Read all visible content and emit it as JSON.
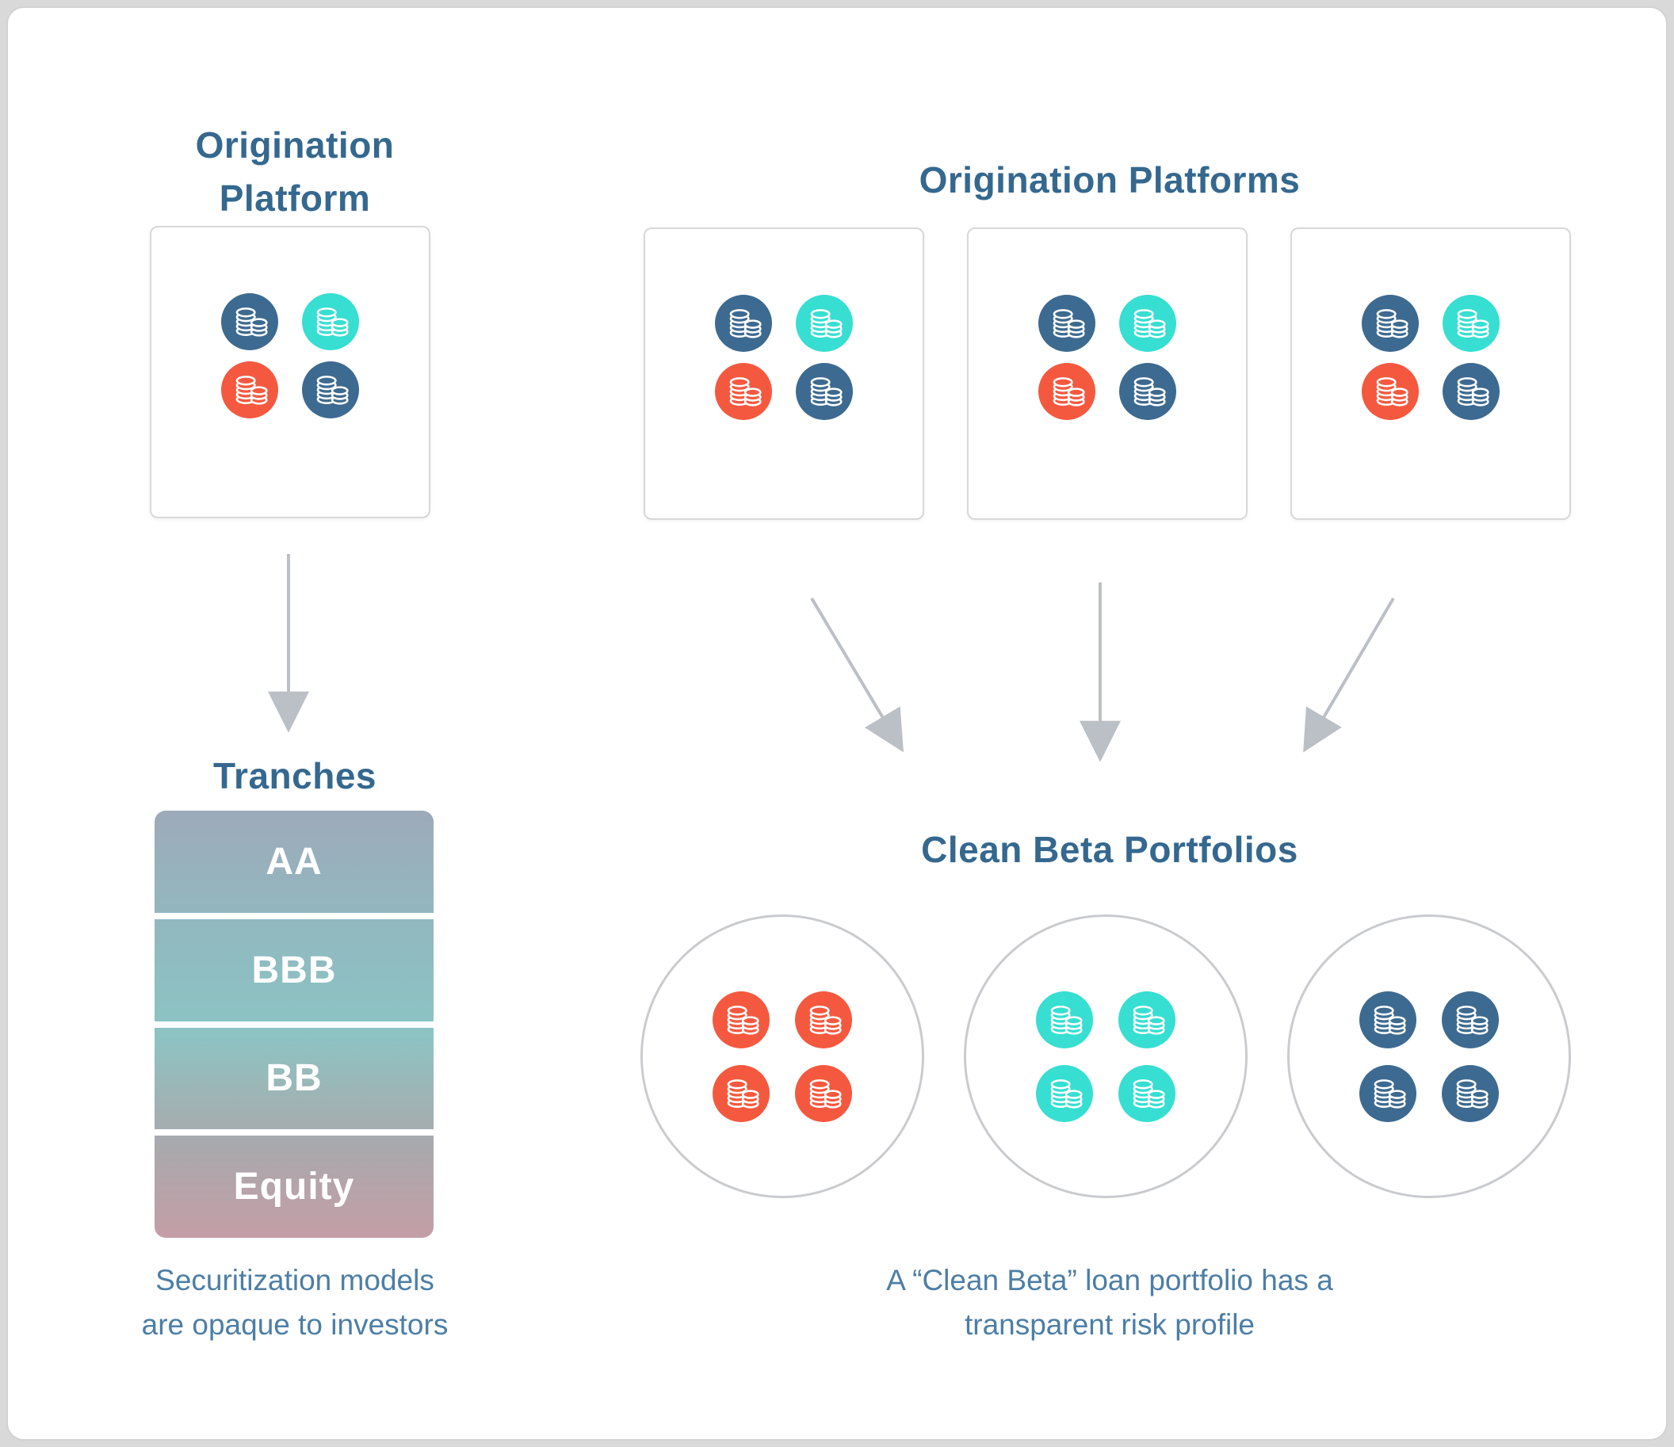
{
  "left_column": {
    "title": "Origination Platform",
    "tranches_title": "Tranches",
    "tranche_labels": [
      "AA",
      "BBB",
      "BB",
      "Equity"
    ],
    "caption_line1": "Securitization models",
    "caption_line2": "are opaque to investors"
  },
  "right_section": {
    "title": "Origination Platforms",
    "portfolios_title": "Clean Beta Portfolios",
    "caption_line1": "A “Clean Beta” loan portfolio has a",
    "caption_line2": "transparent risk profile"
  },
  "colors": {
    "navy": "#3D6A90",
    "teal": "#36DFD2",
    "red": "#F4593F",
    "title_blue": "#35688F",
    "caption_blue": "#4C7EA6",
    "arrow_gray": "#BBBFC6",
    "box_border": "#D8D8D8",
    "circle_border": "#C9CBCE",
    "card_border": "#D2D2D2",
    "page_bg": "#D9D9D9",
    "tranche_gradient": [
      "#9DAABA",
      "#90BAC0",
      "#8CC4C4",
      "#9FB3B4",
      "#A8A9AD",
      "#C49EA6"
    ]
  },
  "icons": {
    "coin_stack": "coins-stack-icon",
    "arrow": "arrow-down-icon"
  },
  "coin_grids": {
    "mixed": [
      "navy",
      "teal",
      "red",
      "navy"
    ],
    "red": [
      "red",
      "red",
      "red",
      "red"
    ],
    "teal": [
      "teal",
      "teal",
      "teal",
      "teal"
    ],
    "navy": [
      "navy",
      "navy",
      "navy",
      "navy"
    ]
  }
}
